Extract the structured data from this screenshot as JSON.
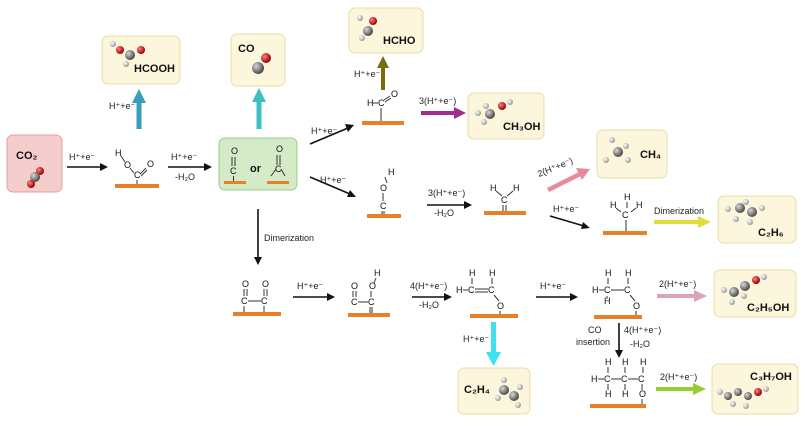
{
  "colors": {
    "surface": "#E6802A",
    "box_fill": "#FBF6DC",
    "box_stroke": "#E9DCA4",
    "co2_box_fill": "#F6CDCD",
    "co2_box_stroke": "#E0A0A0",
    "co_box_fill": "#D5EBC8",
    "co_box_stroke": "#9CC98A",
    "arrow_blue": "#3A9DBA",
    "arrow_teal": "#3CC0C0",
    "arrow_olive": "#7A6A10",
    "arrow_purple": "#A32C8C",
    "arrow_pink": "#E88A9A",
    "arrow_yellow": "#E0DC3A",
    "arrow_mauve": "#D8A6B8",
    "arrow_cyan": "#3FE0F0",
    "arrow_green": "#9ACD32",
    "atom_carbon": "#777777",
    "atom_oxygen": "#CC1111",
    "atom_hydrogen": "#DDDDDD"
  },
  "products": {
    "co2": "CO₂",
    "hcooh": "HCOOH",
    "co": "CO",
    "hcho": "HCHO",
    "ch3oh": "CH₃OH",
    "ch4": "CH₄",
    "c2h6": "C₂H₆",
    "c2h5oh": "C₂H₅OH",
    "c2h4": "C₂H₄",
    "c3h7oh": "C₃H₇OH"
  },
  "steps": {
    "he_1": "H⁺+e⁻",
    "he_hcooh": "H⁺+e⁻",
    "he_2": "H⁺+e⁻",
    "h2o_1": "-H₂O",
    "he_upper": "H⁺+e⁻",
    "he_hcho": "H⁺+e⁻",
    "he3_ch3oh": "3(H⁺+e⁻)",
    "he_lower": "H⁺+e⁻",
    "he3_ch2": "3(H⁺+e⁻)",
    "h2o_2": "-H₂O",
    "he2_ch4": "2(H⁺+e⁻)",
    "he_ch3": "H⁺+e⁻",
    "dimerization_c2h6": "Dimerization",
    "dimerization_down": "Dimerization",
    "he_dimer": "H⁺+e⁻",
    "he4_a": "4(H⁺+e⁻)",
    "h2o_3": "-H₂O",
    "he_vinyl": "H⁺+e⁻",
    "he2_c2h5oh": "2(H⁺+e⁻)",
    "he_c2h4": "H⁺+e⁻",
    "co_insertion_1": "CO",
    "co_insertion_2": "insertion",
    "he4_b": "4(H⁺+e⁻)",
    "h2o_4": "-H₂O",
    "he2_c3h7oh": "2(H⁺+e⁻)"
  },
  "structure_labels": {
    "or": "or"
  }
}
